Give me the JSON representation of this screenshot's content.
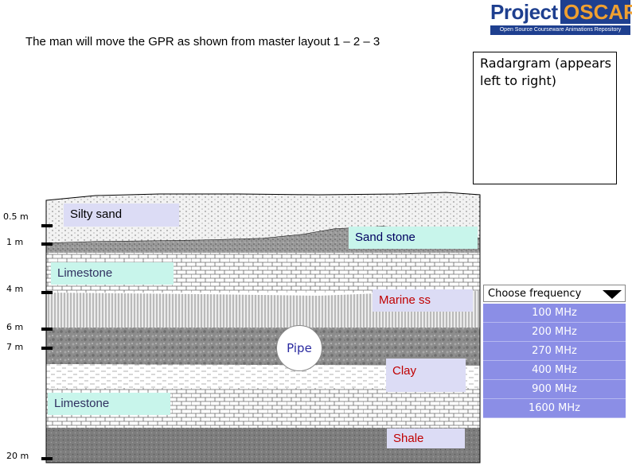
{
  "instruction": "The man will move the GPR as shown from  master layout 1 – 2 – 3",
  "logo": {
    "word1": "Project",
    "word2": "OSCAR",
    "tagline": "Open Source Courseware Animations Repository"
  },
  "radargram": {
    "label": "Radargram (appears left to right)"
  },
  "depths": [
    "0.5 m",
    "1 m",
    "4 m",
    "6 m",
    "7 m",
    "20 m"
  ],
  "layers": {
    "silty_sand": "Silty sand",
    "sand_stone": "Sand stone",
    "limestone_upper": "Limestone",
    "marine_ss": "Marine ss",
    "pipe": "Pipe",
    "clay": "Clay",
    "limestone_lower": "Limestone",
    "shale": "Shale"
  },
  "frequency": {
    "title": "Choose frequency",
    "options": [
      "100 MHz",
      "200 MHz",
      "270 MHz",
      "400 MHz",
      "900 MHz",
      "1600 MHz"
    ]
  },
  "colors": {
    "label_purple": "#dcdcf5",
    "label_green": "#c8f5eb",
    "frequency_button": "#8b8ee6",
    "marine_ss_text": "#c00000",
    "clay_text": "#c00000",
    "shale_text": "#c00000",
    "pipe_text": "#2a2aa0"
  }
}
